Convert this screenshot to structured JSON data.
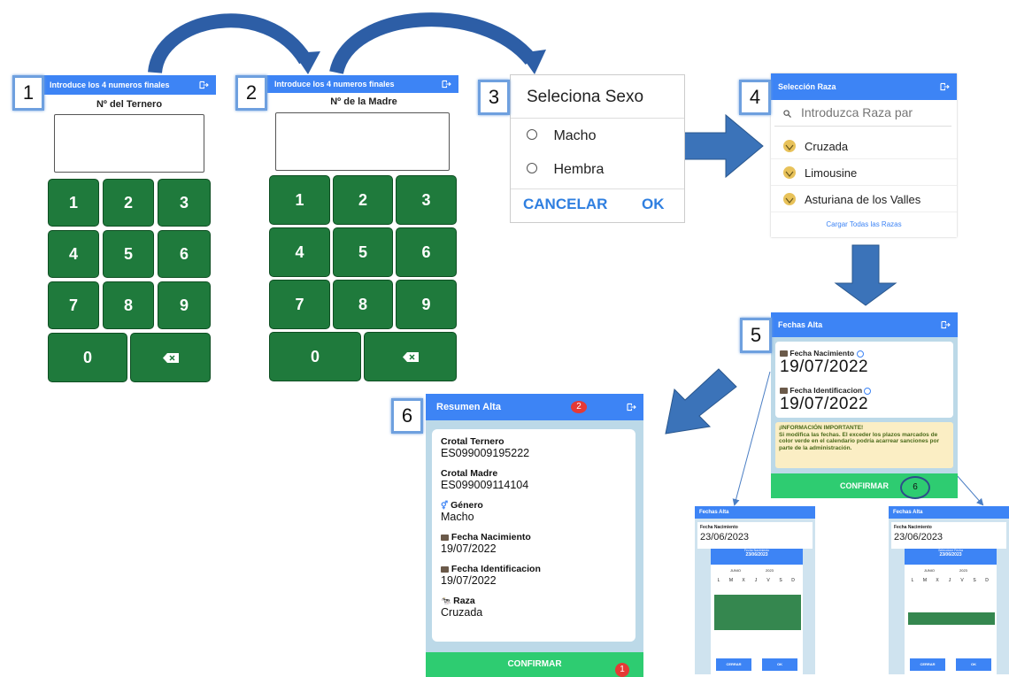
{
  "step_numbers": [
    "1",
    "2",
    "3",
    "4",
    "5",
    "6"
  ],
  "screen1": {
    "header": "Introduce los 4 numeros finales",
    "label": "Nº del Ternero",
    "keys": [
      "1",
      "2",
      "3",
      "4",
      "5",
      "6",
      "7",
      "8",
      "9",
      "0"
    ]
  },
  "screen2": {
    "header": "Introduce los 4 numeros finales",
    "label": "Nº de la Madre",
    "keys": [
      "1",
      "2",
      "3",
      "4",
      "5",
      "6",
      "7",
      "8",
      "9",
      "0"
    ]
  },
  "screen3": {
    "title": "Seleciona Sexo",
    "options": [
      "Macho",
      "Hembra"
    ],
    "cancel": "CANCELAR",
    "ok": "OK"
  },
  "screen4": {
    "header": "Selección Raza",
    "search_placeholder": "Introduzca Raza par",
    "items": [
      "Cruzada",
      "Limousine",
      "Asturiana de los Valles"
    ],
    "load_all": "Cargar Todas las Razas"
  },
  "screen5": {
    "header": "Fechas Alta",
    "birth_label": "Fecha Nacimiento",
    "birth_value": "19/07/2022",
    "ident_label": "Fecha Identificacion",
    "ident_value": "19/07/2022",
    "info_title": "¡INFORMACIÓN IMPORTANTE!",
    "info_text": "Si modifica las fechas. El exceder los plazos marcados de color verde en el calendario podría acarrear sanciones por parte de la administración.",
    "confirm": "CONFIRMAR",
    "badge": "6"
  },
  "mini_left": {
    "header": "Fechas Alta",
    "birth_label": "Fecha Nacimiento",
    "birth_value": "23/06/2023",
    "dialog_title": "Fecha Nacimiento",
    "dialog_date": "23/06/2023",
    "month": "JUNIO",
    "year": "2023",
    "weekdays": [
      "L",
      "M",
      "X",
      "J",
      "V",
      "S",
      "D"
    ],
    "cancel": "CERRAR",
    "ok": "OK"
  },
  "mini_right": {
    "header": "Fechas Alta",
    "birth_label": "Fecha Nacimiento",
    "birth_value": "23/06/2023",
    "dialog_title": "Seleccione Fecha",
    "dialog_date": "23/06/2023",
    "month": "JUNIO",
    "year": "2023",
    "weekdays": [
      "L",
      "M",
      "X",
      "J",
      "V",
      "S",
      "D"
    ],
    "cancel": "CERRAR",
    "ok": "OK"
  },
  "screen6": {
    "header": "Resumen Alta",
    "badge_top": "2",
    "fields": [
      {
        "label": "Crotal Ternero",
        "value": "ES099009195222"
      },
      {
        "label": "Crotal Madre",
        "value": "ES099009114104"
      },
      {
        "label": "Género",
        "value": "Macho"
      },
      {
        "label": "Fecha Nacimiento",
        "value": "19/07/2022"
      },
      {
        "label": "Fecha Identificacion",
        "value": "19/07/2022"
      },
      {
        "label": "Raza",
        "value": "Cruzada"
      }
    ],
    "confirm": "CONFIRMAR",
    "badge_bottom": "1"
  },
  "colors": {
    "header_blue": "#3d84f5",
    "key_green": "#1f7a3c",
    "confirm_green": "#2ecc71",
    "arrow_blue": "#3b73b9",
    "badge_red": "#e53935"
  }
}
